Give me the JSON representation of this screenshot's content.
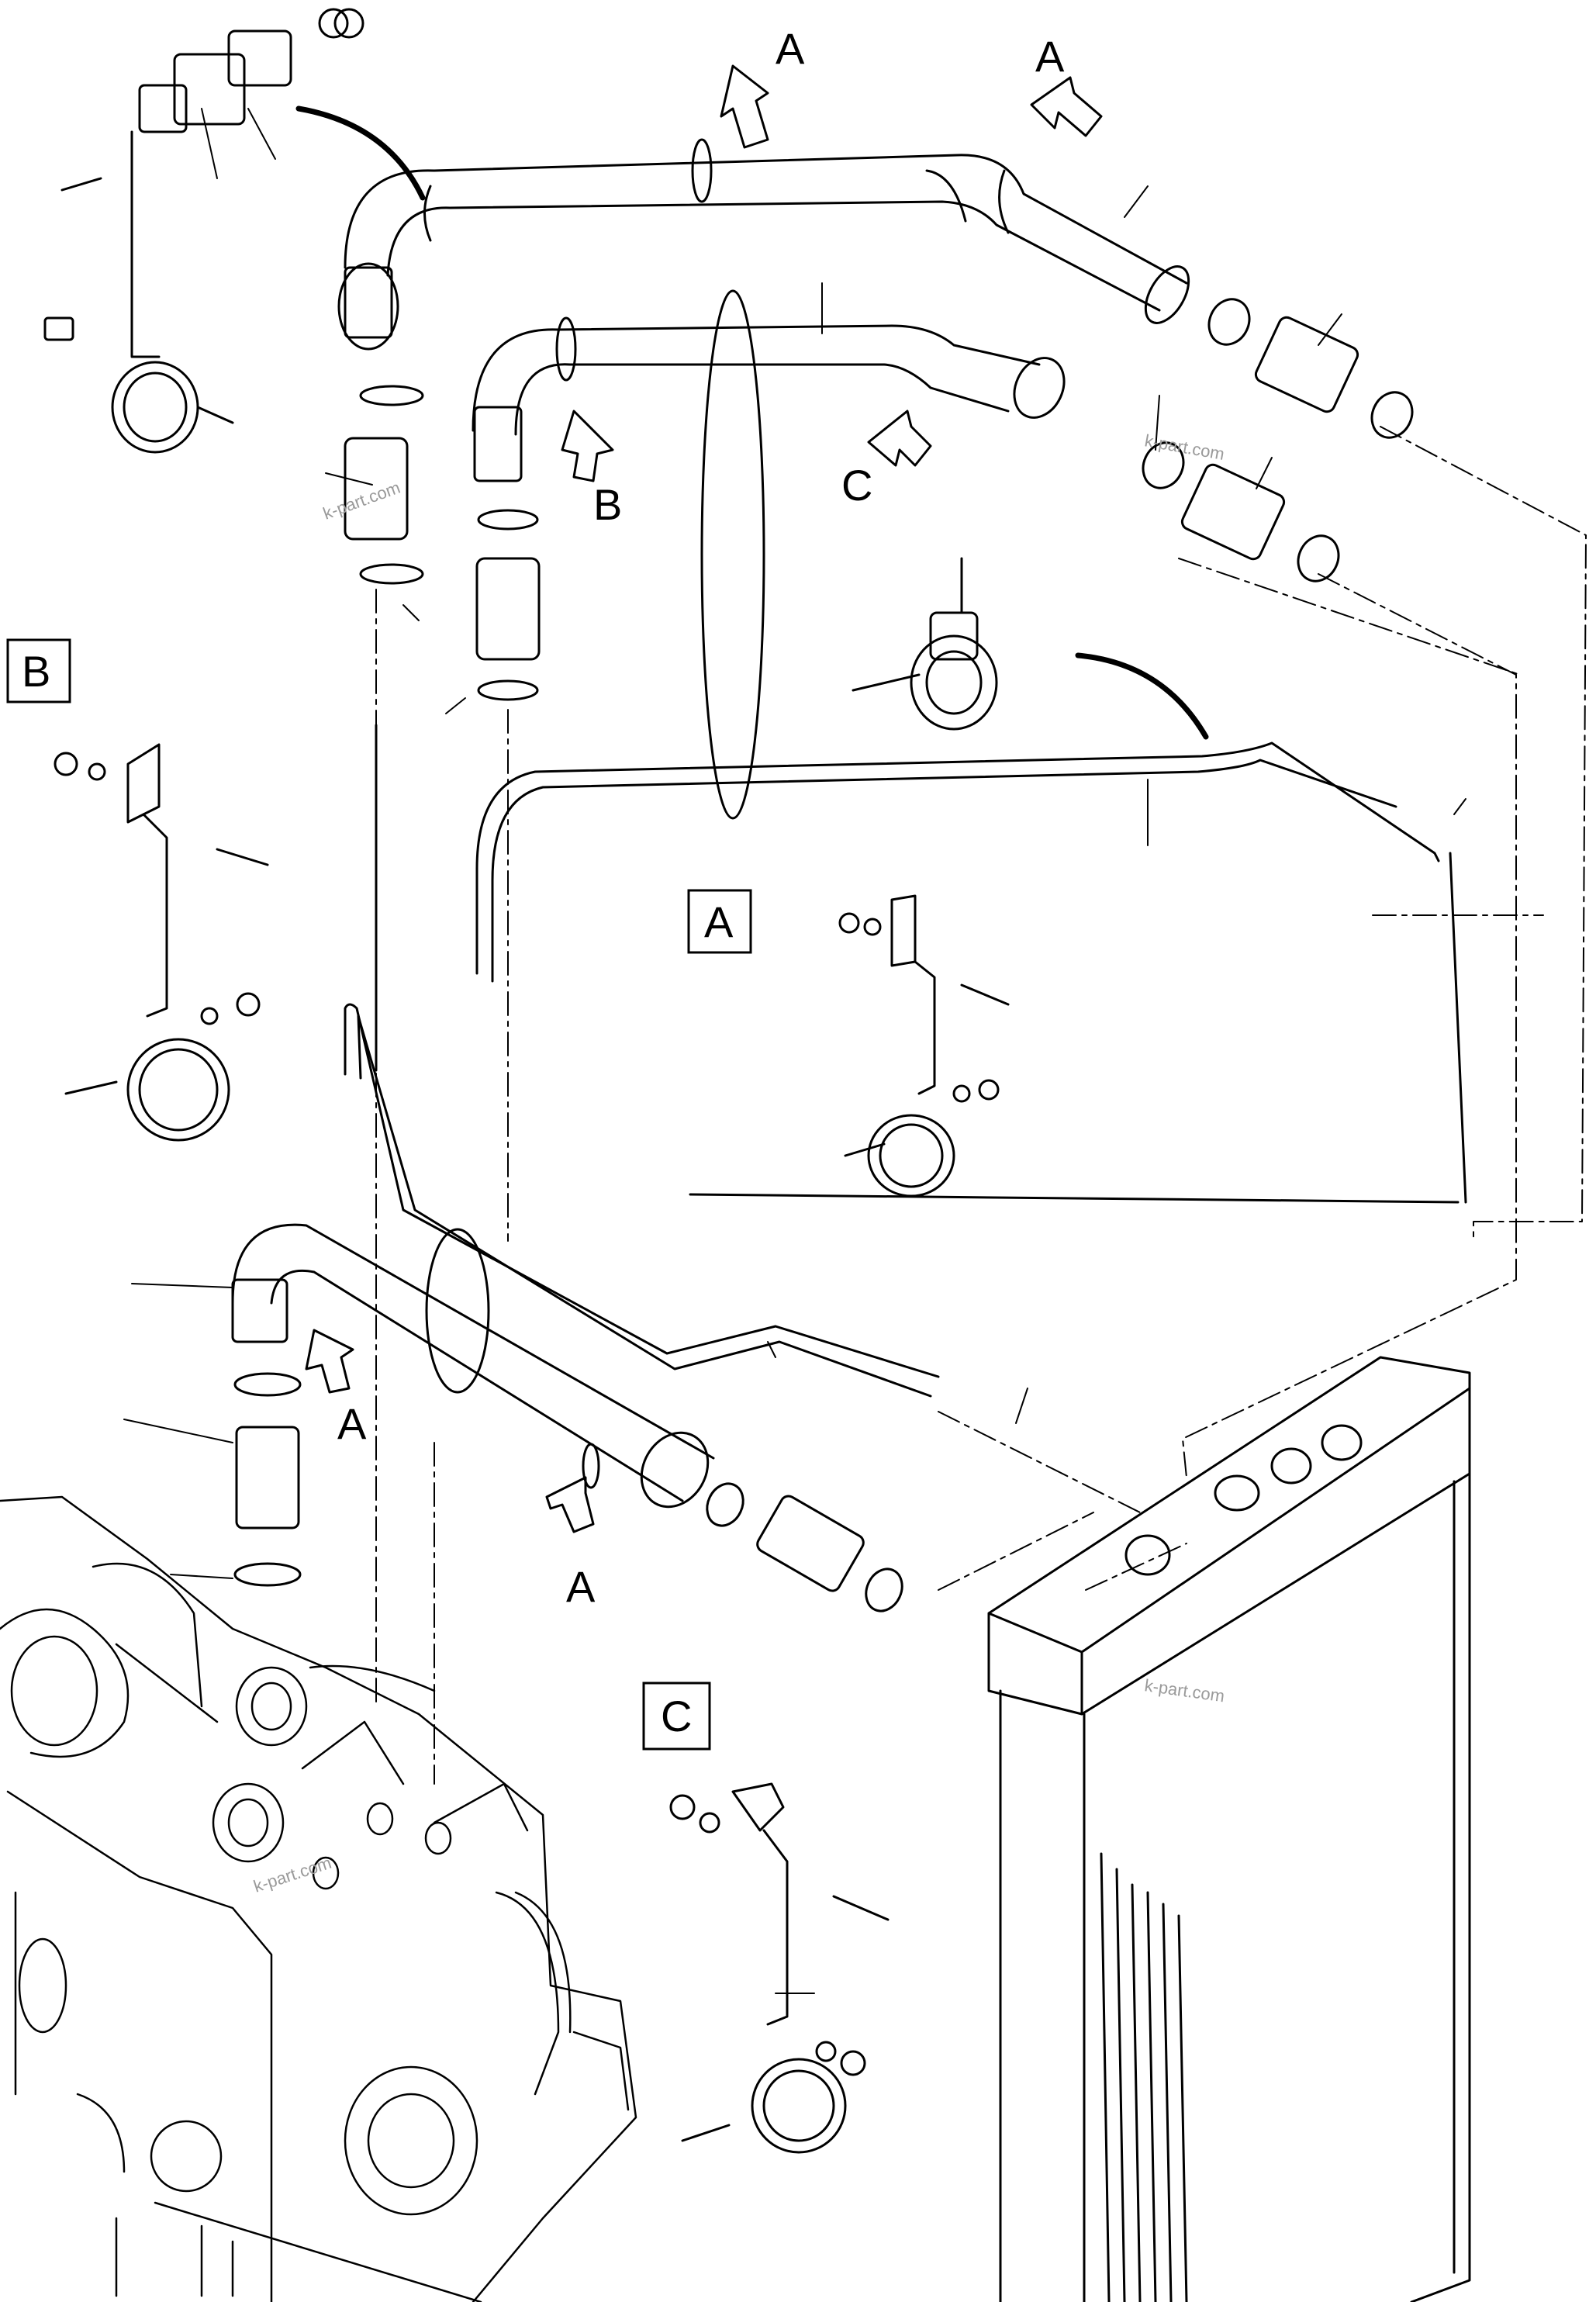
{
  "view_labels": {
    "a1": "A",
    "a2": "A",
    "b": "B",
    "c": "C",
    "a3": "A",
    "a4": "A"
  },
  "detail_boxes": {
    "b": "B",
    "a": "A",
    "c": "C"
  },
  "watermark": {
    "text": "k-part.com"
  },
  "colors": {
    "line": "#000000",
    "background": "#ffffff",
    "watermark": "#9a9a9a"
  }
}
